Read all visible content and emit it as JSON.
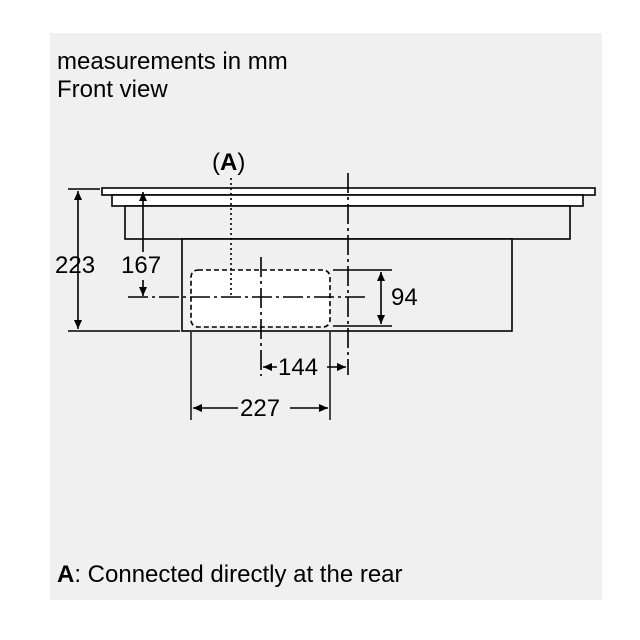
{
  "header": {
    "line1": "measurements in mm",
    "line2": "Front view"
  },
  "drawing": {
    "callout_open": "(",
    "callout_letter": "A",
    "callout_close": ")",
    "dimensions": {
      "overall_height": "223",
      "upper_height": "167",
      "opening_height": "94",
      "offset_width": "144",
      "opening_width": "227"
    }
  },
  "legend": {
    "key": "A",
    "text": ": Connected directly at the rear"
  },
  "colors": {
    "background": "#f0f0f0",
    "line": "#000000",
    "hidden_fill": "#ffffff"
  }
}
